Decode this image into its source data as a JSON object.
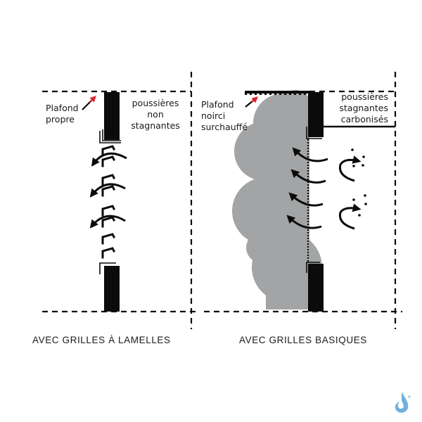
{
  "left_panel": {
    "caption": "AVEC GRILLES À LAMELLES",
    "ceiling_label": [
      "Plafond",
      "propre"
    ],
    "dust_label": [
      "poussières",
      "non",
      "stagnantes"
    ]
  },
  "right_panel": {
    "caption": "AVEC GRILLES BASIQUES",
    "ceiling_label": [
      "Plafond",
      "noirci",
      "surchauffé"
    ],
    "dust_label": [
      "poussières",
      "stagnantes",
      "carbonisés"
    ]
  },
  "colors": {
    "wall": "#0b0b0b",
    "smoke": "#a2a4a5",
    "arrow_accent": "#e0202a",
    "logo": "#6fb0de"
  },
  "logo": {
    "icon": "water-drop-logo-icon"
  }
}
